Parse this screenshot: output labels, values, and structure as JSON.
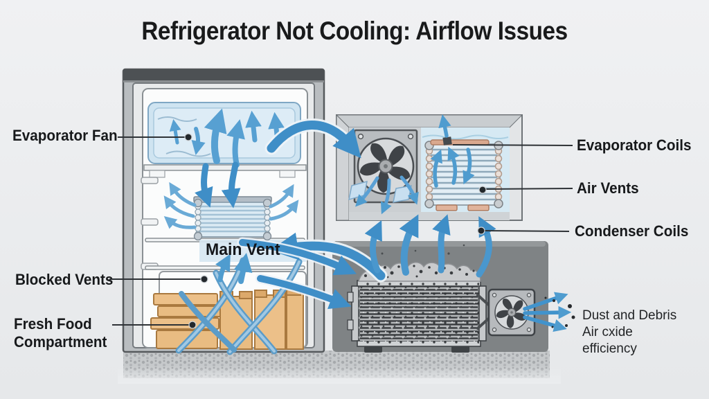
{
  "title": "Refrigerator Not Cooling: Airflow Issues",
  "left_labels": {
    "evaporator_fan": "Evaporator Fan",
    "blocked_vents": "Blocked Vents",
    "fresh_food_compartment": "Fresh Food Compartment"
  },
  "center_labels": {
    "main_vent": "Main Vent"
  },
  "right_labels": {
    "evaporator_coils": "Evaporator Coils",
    "air_vents": "Air Vents",
    "condenser_coils": "Condenser Coils"
  },
  "notes": {
    "dust_line1": "Dust and Debris",
    "dust_line2": "Air cxide",
    "dust_line3": "efficiency"
  },
  "colors": {
    "background": "#ebedef",
    "arrow_blue": "#3f8ec7",
    "arrow_light": "#57a0d2",
    "freezer_blue": "#cfe4f1",
    "coil_blue": "#dcebf4",
    "box_tan": "#e9bc82",
    "dark_panel": "#7f8385",
    "floor_gray": "#c6c9cb",
    "label_text": "#17191b"
  }
}
